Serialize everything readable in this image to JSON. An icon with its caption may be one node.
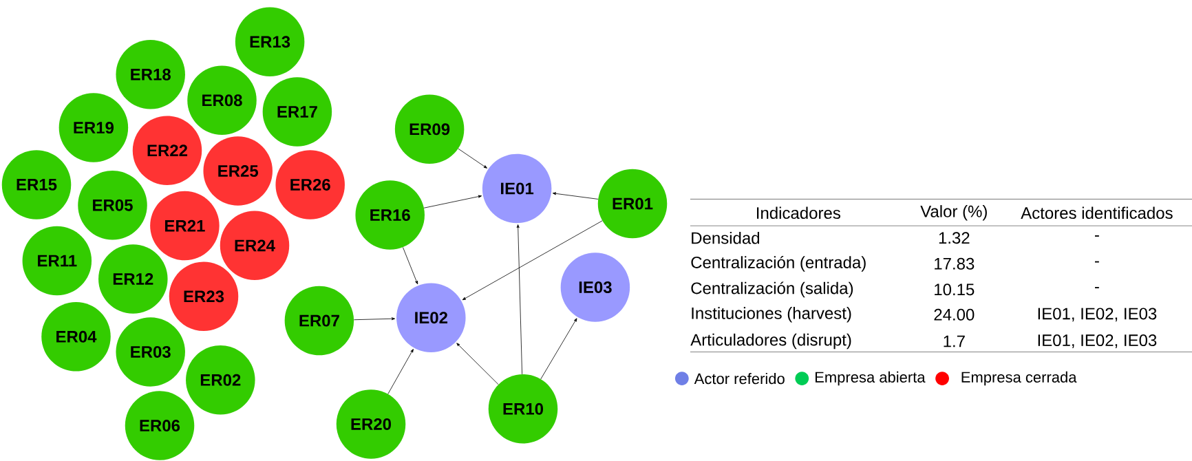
{
  "diagram": {
    "nodes": [
      {
        "text": [
          "ER13"
        ]
      },
      {
        "text": [
          "ER18"
        ]
      },
      {
        "text": [
          "ER08"
        ]
      },
      {
        "text": [
          "ER17"
        ]
      },
      {
        "text": [
          "ER19"
        ]
      },
      {
        "text": [
          "ER22"
        ]
      },
      {
        "text": [
          "ER25"
        ]
      },
      {
        "text": [
          "ER26"
        ]
      },
      {
        "text": [
          "ER15"
        ]
      },
      {
        "text": [
          "ER05"
        ]
      },
      {
        "text": [
          "ER21"
        ]
      },
      {
        "text": [
          "ER24"
        ]
      },
      {
        "text": [
          "ER11"
        ]
      },
      {
        "text": [
          "ER12"
        ]
      },
      {
        "text": [
          "ER23"
        ]
      },
      {
        "text": [
          "ER04"
        ]
      },
      {
        "text": [
          "ER03"
        ]
      },
      {
        "text": [
          "ER02"
        ]
      },
      {
        "text": [
          "ER06"
        ]
      },
      {
        "text": [
          "ER09"
        ]
      },
      {
        "text": [
          "IE01"
        ]
      },
      {
        "text": [
          "ER01"
        ]
      },
      {
        "text": [
          "ER16"
        ]
      },
      {
        "text": [
          "IE03"
        ]
      },
      {
        "text": [
          "IE02"
        ]
      },
      {
        "text": [
          "ER07"
        ]
      },
      {
        "text": [
          "ER10"
        ]
      },
      {
        "text": [
          "ER20"
        ]
      }
    ],
    "edges": [
      {
        "from": 19,
        "to": 20,
        "arrow": "to"
      },
      {
        "from": 22,
        "to": 20,
        "arrow": "to"
      },
      {
        "from": 21,
        "to": 20,
        "arrow": "to"
      },
      {
        "from": 22,
        "to": 24,
        "arrow": "to"
      },
      {
        "from": 21,
        "to": 24,
        "arrow": "to"
      },
      {
        "from": 25,
        "to": 24,
        "arrow": "to"
      },
      {
        "from": 27,
        "to": 24,
        "arrow": "to"
      },
      {
        "from": 26,
        "to": 24,
        "arrow": "to"
      },
      {
        "from": 26,
        "to": 20,
        "arrow": "to"
      },
      {
        "from": 26,
        "to": 23,
        "arrow": "to"
      }
    ],
    "labels": [
      "Indicadores",
      "Valor (%)",
      "Actores identificados",
      "Densidad",
      "1.32",
      "-",
      "Centralización (entrada)",
      "17.83",
      "-",
      "Centralización (salida)",
      "10.15",
      "-",
      "Instituciones (harvest)",
      "24.00",
      "IE01, IE02, IE03",
      "Articuladores (disrupt)",
      "1.7",
      "IE01, IE02, IE03"
    ],
    "legend": [
      {
        "text": "Actor referido",
        "color": "#6f7fe6"
      },
      {
        "text": "Empresa abierta",
        "color": "#00cc55"
      },
      {
        "text": "Empresa cerrada",
        "color": "#ff0000"
      }
    ]
  }
}
